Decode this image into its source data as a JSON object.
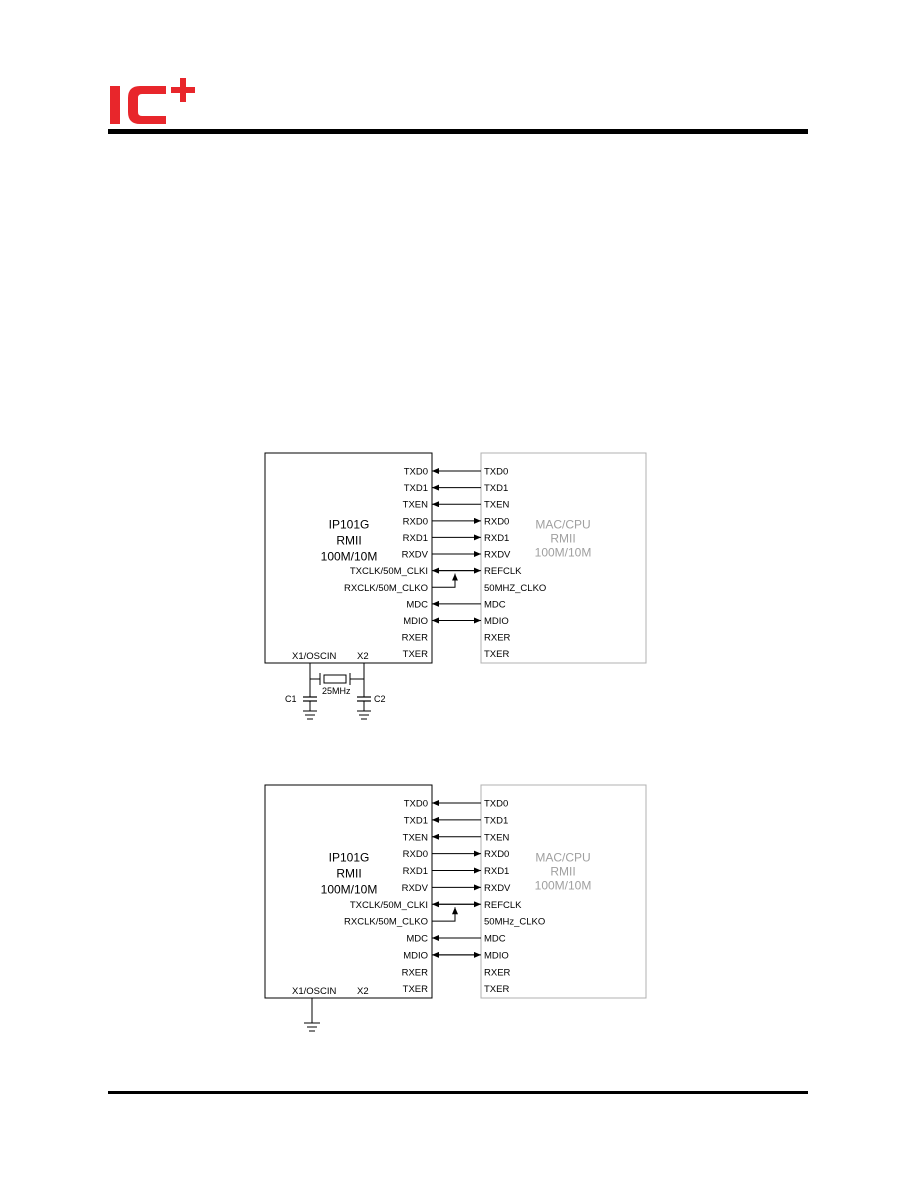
{
  "logo": {
    "text": "IC+",
    "color": "#e8262b"
  },
  "diagrams": [
    {
      "phy": {
        "title_lines": [
          "IP101G",
          "RMII",
          "100M/10M"
        ],
        "pins": [
          "TXD0",
          "TXD1",
          "TXEN",
          "RXD0",
          "RXD1",
          "RXDV",
          "TXCLK/50M_CLKI",
          "RXCLK/50M_CLKO",
          "MDC",
          "MDIO",
          "RXER",
          "TXER"
        ],
        "bottom_pins": [
          "X1/OSCIN",
          "X2"
        ]
      },
      "mac": {
        "title_lines": [
          "MAC/CPU",
          "RMII",
          "100M/10M"
        ],
        "pins": [
          "TXD0",
          "TXD1",
          "TXEN",
          "RXD0",
          "RXD1",
          "RXDV",
          "REFCLK",
          "50MHZ_CLKO",
          "MDC",
          "MDIO",
          "RXER",
          "TXER"
        ]
      },
      "crystal": {
        "label": "25MHz",
        "cap_left": "C1",
        "cap_right": "C2"
      }
    },
    {
      "phy": {
        "title_lines": [
          "IP101G",
          "RMII",
          "100M/10M"
        ],
        "pins": [
          "TXD0",
          "TXD1",
          "TXEN",
          "RXD0",
          "RXD1",
          "RXDV",
          "TXCLK/50M_CLKI",
          "RXCLK/50M_CLKO",
          "MDC",
          "MDIO",
          "RXER",
          "TXER"
        ],
        "bottom_pins": [
          "X1/OSCIN",
          "X2"
        ]
      },
      "mac": {
        "title_lines": [
          "MAC/CPU",
          "RMII",
          "100M/10M"
        ],
        "pins": [
          "TXD0",
          "TXD1",
          "TXEN",
          "RXD0",
          "RXD1",
          "RXDV",
          "REFCLK",
          "50MHz_CLKO",
          "MDC",
          "MDIO",
          "RXER",
          "TXER"
        ]
      }
    }
  ]
}
